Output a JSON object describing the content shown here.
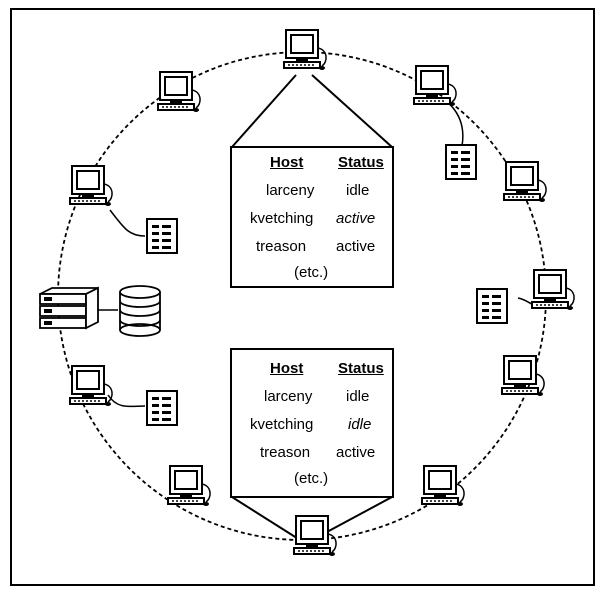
{
  "tables": [
    {
      "id": "table-top",
      "headers": [
        "Host",
        "Status"
      ],
      "rows": [
        {
          "host": "larceny",
          "status": "idle",
          "status_style": "normal"
        },
        {
          "host": "kvetching",
          "status": "active",
          "status_style": "italic"
        },
        {
          "host": "treason",
          "status": "active",
          "status_style": "normal"
        }
      ],
      "footer": "(etc.)"
    },
    {
      "id": "table-bottom",
      "headers": [
        "Host",
        "Status"
      ],
      "rows": [
        {
          "host": "larceny",
          "status": "idle",
          "status_style": "normal"
        },
        {
          "host": "kvetching",
          "status": "idle",
          "status_style": "italic"
        },
        {
          "host": "treason",
          "status": "active",
          "status_style": "normal"
        }
      ],
      "footer": "(etc.)"
    }
  ],
  "icons": [
    "workstation-icon",
    "document-icon",
    "server-rack-icon",
    "database-icon"
  ],
  "colors": {
    "line": "#000000",
    "background": "#ffffff"
  }
}
